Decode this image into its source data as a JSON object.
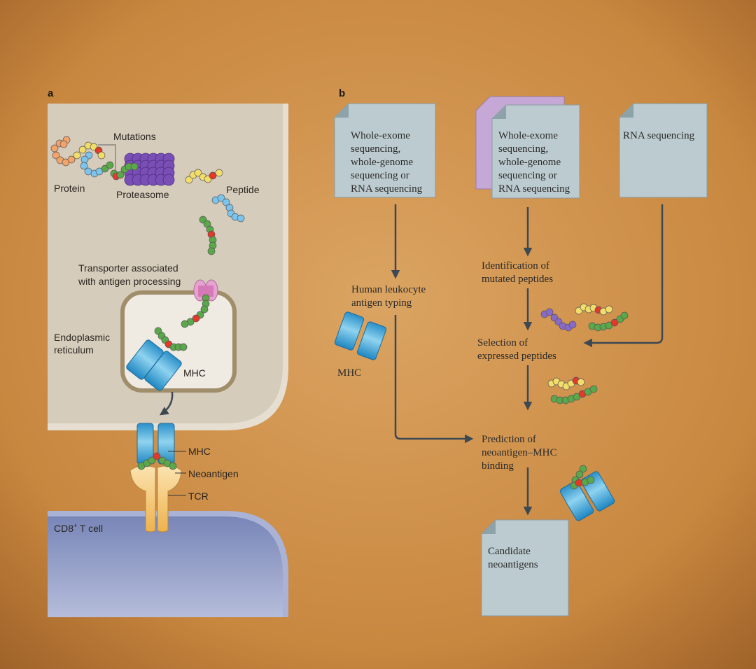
{
  "panel_a": {
    "label": "a",
    "mutations": "Mutations",
    "protein": "Protein",
    "proteasome": "Proteasome",
    "peptide": "Peptide",
    "tap_line1": "Transporter associated",
    "tap_line2": "with antigen processing",
    "er_line1": "Endoplasmic",
    "er_line2": "reticulum",
    "mhc_er": "MHC",
    "mhc_surface": "MHC",
    "neoantigen": "Neoantigen",
    "tcr": "TCR",
    "tcell_prefix": "CD8",
    "tcell_sup": "+",
    "tcell_suffix": " T cell"
  },
  "panel_b": {
    "label": "b",
    "doc1": [
      "Whole-exome",
      "sequencing,",
      "whole-genome",
      "sequencing or",
      "RNA sequencing"
    ],
    "doc2": [
      "Whole-exome",
      "sequencing,",
      "whole-genome",
      "sequencing or",
      "RNA sequencing"
    ],
    "doc3": [
      "RNA sequencing"
    ],
    "hla": [
      "Human leukocyte",
      "antigen typing"
    ],
    "mhc": "MHC",
    "identification": [
      "Identification of",
      "mutated peptides"
    ],
    "selection": [
      "Selection of",
      "expressed peptides"
    ],
    "prediction": [
      "Prediction of",
      "neoantigen–MHC",
      "binding"
    ],
    "candidate": [
      "Candidate",
      "neoantigens"
    ]
  },
  "colors": {
    "background": "#c8873f",
    "cell": "#d9d0c0",
    "tcell": "#8a95c0",
    "mhc": "#2f9fd0",
    "document": "#bccbd0",
    "document_back": "#c6a8d6",
    "arrow": "#3c4852",
    "proteasome": "#6a3fa0",
    "tap": "#d97fb8",
    "tcr": "#f0bc5a"
  }
}
